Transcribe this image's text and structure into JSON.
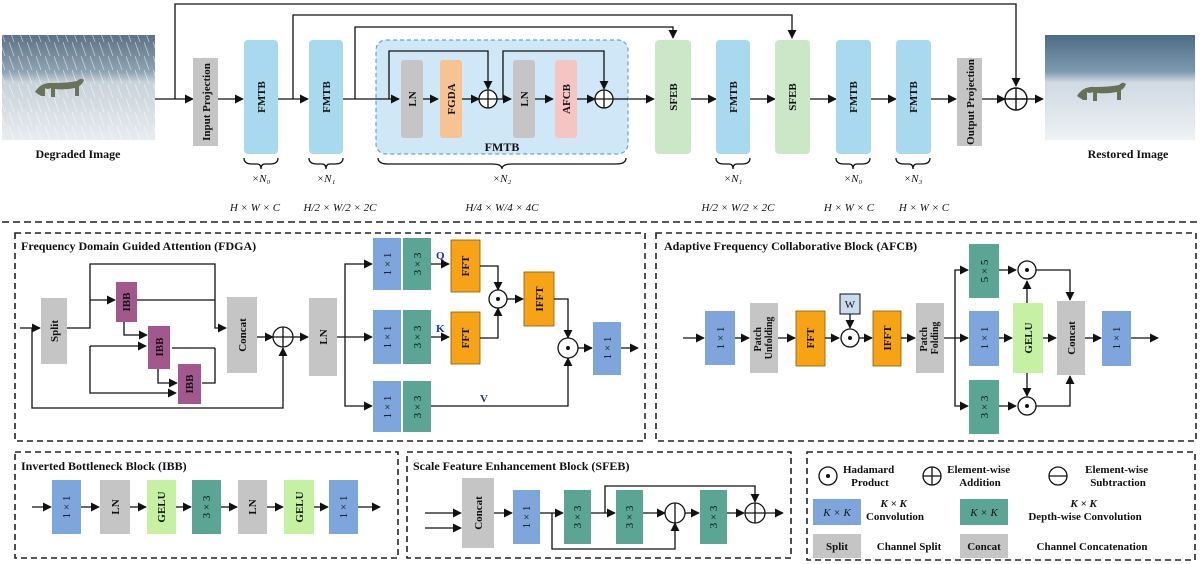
{
  "colors": {
    "fmtb": "#a9d9ef",
    "grey": "#c5c5c5",
    "fgda": "#f8c393",
    "afcb": "#f7c4c4",
    "sfeb": "#cce6c8",
    "conv": "#7ea6dd",
    "dw": "#5aa593",
    "ibb": "#a2588c",
    "fft": "#f6a416",
    "gelu": "#c7f1a2",
    "w": "#c9dcee",
    "qkv": "#1a2bd6",
    "image_sky": "#7b93a6",
    "image_snow": "#d6dde4"
  },
  "top": {
    "degraded_image": "Degraded Image",
    "restored_image": "Restored Image",
    "input_projection": "Input Projection",
    "output_projection": "Output Projection",
    "fmtb": "FMTB",
    "sfeb": "SFEB",
    "ln": "LN",
    "fgda": "FGDA",
    "afcb": "AFCB",
    "multipliers": [
      "×N₀",
      "×N₁",
      "×N₂",
      "×N₁",
      "×N₀",
      "×N₃"
    ],
    "dims": [
      "H × W × C",
      "H/2 × W/2 × 2C",
      "H/4 × W/4 × 4C",
      "H/2 × W/2 × 2C",
      "H × W × C",
      "H × W × C"
    ]
  },
  "fdga": {
    "title": "Frequency Domain Guided Attention (FDGA)",
    "split": "Split",
    "ibb": "IBB",
    "concat": "Concat",
    "ln": "LN",
    "conv1": "1 × 1",
    "conv3": "3 × 3",
    "fft": "FFT",
    "ifft": "IFFT",
    "q": "Q",
    "k": "K",
    "v": "V"
  },
  "afcb": {
    "title": "Adaptive Frequency Collaborative Block (AFCB)",
    "patch_unfolding": [
      "Patch",
      "Unfolding"
    ],
    "patch_folding": [
      "Patch",
      "Folding"
    ],
    "fft": "FFT",
    "ifft": "IFFT",
    "w": "W",
    "conv1": "1 × 1",
    "conv3": "3 × 3",
    "conv5": "5 × 5",
    "gelu": "GELU",
    "concat": "Concat"
  },
  "ibb": {
    "title": "Inverted Bottleneck Block (IBB)",
    "sequence": [
      "1 × 1",
      "LN",
      "GELU",
      "3 × 3",
      "LN",
      "GELU",
      "1 × 1"
    ]
  },
  "sfeb": {
    "title": "Scale Feature Enhancement Block (SFEB)",
    "concat": "Concat",
    "conv1": "1 × 1",
    "conv3": "3 × 3"
  },
  "legend": {
    "hadamard": [
      "Hadamard",
      "Product"
    ],
    "addition": [
      "Element-wise",
      "Addition"
    ],
    "subtraction": [
      "Element-wise",
      "Subtraction"
    ],
    "conv_swatch": "K × K",
    "conv_label": [
      "K × K",
      "Convolution"
    ],
    "dw_swatch": "K × K",
    "dw_label": [
      "K × K",
      "Depth-wise Convolution"
    ],
    "split_swatch": "Split",
    "split_label": "Channel Split",
    "concat_swatch": "Concat",
    "concat_label": "Channel Concatenation"
  }
}
